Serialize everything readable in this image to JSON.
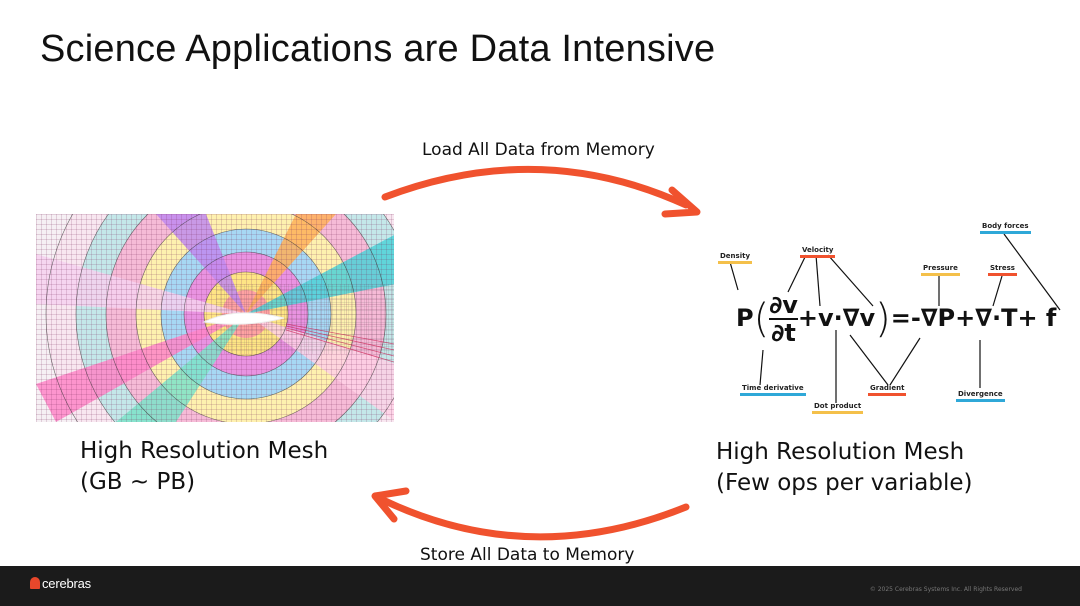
{
  "slide": {
    "title": "Science Applications are Data Intensive",
    "top_arrow_label": "Load All Data from Memory",
    "bottom_arrow_label": "Store All Data to Memory",
    "arrow_color": "#f0522e"
  },
  "left_panel": {
    "caption_line1": "High Resolution Mesh",
    "caption_line2": "(GB ~ PB)"
  },
  "right_panel": {
    "caption_line1": "High Resolution Mesh",
    "caption_line2": "(Few ops per variable)",
    "equation": {
      "rho": "P",
      "numerator": "∂v",
      "denominator": "∂t",
      "middle": "+v·∇v",
      "rhs": "=-∇P+∇·T+ f",
      "labels": {
        "density": "Density",
        "velocity": "Velocity",
        "pressure": "Pressure",
        "stress": "Stress",
        "body_forces": "Body forces",
        "time_derivative": "Time derivative",
        "dot_product": "Dot product",
        "gradient": "Gradient",
        "divergence": "Divergence"
      }
    }
  },
  "footer": {
    "logo_text": "cerebras",
    "copyright": "© 2025 Cerebras Systems Inc. All Rights Reserved"
  }
}
